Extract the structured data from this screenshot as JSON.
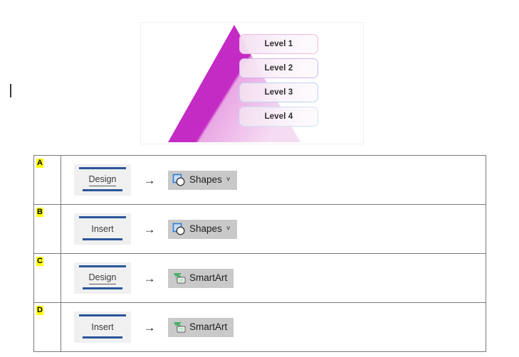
{
  "caret": {
    "name": "text-cursor"
  },
  "diagram": {
    "type": "smartart-pyramid",
    "shape_color": "#c42bc4",
    "frame_background": "#ffffff",
    "levels": [
      {
        "label": "Level 1",
        "border_color": "#efb9e2"
      },
      {
        "label": "Level 2",
        "border_color": "#d2b4ea"
      },
      {
        "label": "Level 3",
        "border_color": "#bfd2f0"
      },
      {
        "label": "Level 4",
        "border_color": "#cfe2f2"
      }
    ]
  },
  "options": {
    "arrow_glyph": "→",
    "chevron_glyph": "˅",
    "rows": [
      {
        "letter": "A",
        "tab_label": "Design",
        "tab_underlined": true,
        "command_label": "Shapes",
        "command_icon": "shapes-icon",
        "has_chevron": true
      },
      {
        "letter": "B",
        "tab_label": "Insert",
        "tab_underlined": false,
        "command_label": "Shapes",
        "command_icon": "shapes-icon",
        "has_chevron": true
      },
      {
        "letter": "C",
        "tab_label": "Design",
        "tab_underlined": true,
        "command_label": "SmartArt",
        "command_icon": "smartart-icon",
        "has_chevron": false
      },
      {
        "letter": "D",
        "tab_label": "Insert",
        "tab_underlined": false,
        "command_label": "SmartArt",
        "command_icon": "smartart-icon",
        "has_chevron": false
      }
    ]
  }
}
